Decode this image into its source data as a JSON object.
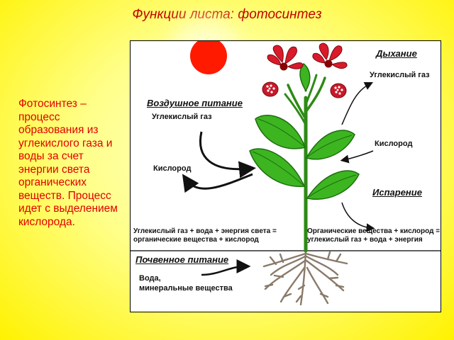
{
  "title": "Функции листа: фотосинтез",
  "side_text": "Фотосинтез – процесс образования из углекислого газа и воды за счет энергии света органических веществ. Процесс идет с выделением кислорода.",
  "diagram": {
    "air_feeding": "Воздушное питание",
    "air_co2": "Углекислый газ",
    "air_o2": "Кислород",
    "breathing": "Дыхание",
    "breath_co2": "Углекислый газ",
    "breath_o2": "Кислород",
    "evaporation": "Испарение",
    "eq_photosynthesis_1": "Углекислый газ + вода + энергия света =",
    "eq_photosynthesis_2": "органические вещества + кислород",
    "eq_respiration_1": "Органические вещества + кислород =",
    "eq_respiration_2": "углекислый газ + вода + энергия",
    "soil_feeding": "Почвенное питание",
    "soil_water": "Вода,",
    "soil_minerals": "минеральные вещества"
  },
  "colors": {
    "title": "#c00000",
    "side_text": "#e00000",
    "sun": "#ff1a00",
    "leaf": "#3cb521",
    "flower": "#d91a2a"
  }
}
